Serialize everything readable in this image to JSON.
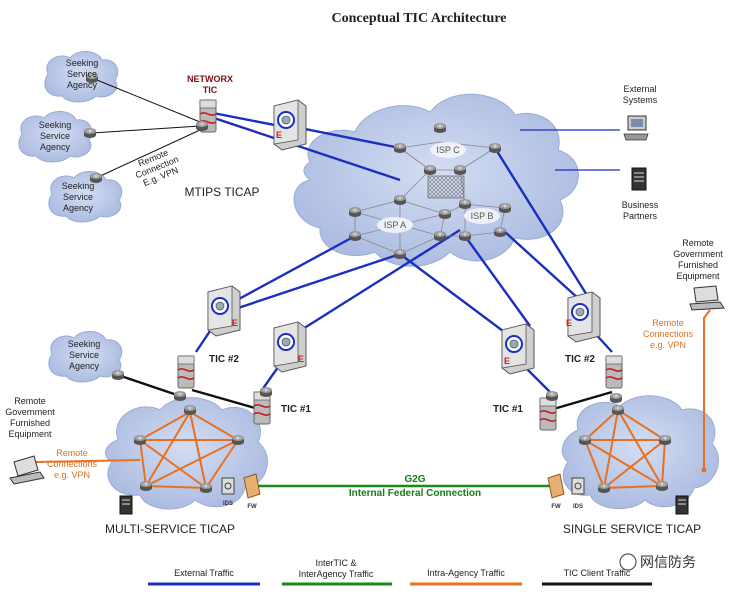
{
  "title": "Conceptual TIC Architecture",
  "labels": {
    "networx_tic": [
      "NETWORX",
      "TIC"
    ],
    "mtips_ticap": "MTIPS TICAP",
    "remote_vpn_top": [
      "Remote",
      "Connection",
      "E.g. VPN"
    ],
    "seeking_agency": [
      "Seeking",
      "Service",
      "Agency"
    ],
    "isp_a": "ISP A",
    "isp_b": "ISP B",
    "isp_c": "ISP C",
    "external_systems": [
      "External",
      "Systems"
    ],
    "business_partners": [
      "Business",
      "Partners"
    ],
    "remote_gov_equipment": [
      "Remote",
      "Government",
      "Furnished",
      "Equipment"
    ],
    "remote_connections_vpn": [
      "Remote",
      "Connections",
      "e.g. VPN"
    ],
    "tic1": "TIC #1",
    "tic2": "TIC #2",
    "e_letter": "E",
    "ids": "IDS",
    "fw": "FW",
    "g2g": "G2G",
    "internal_federal": "Internal Federal Connection",
    "multi_service_ticap": "MULTI-SERVICE TICAP",
    "single_service_ticap": "SINGLE SERVICE TICAP",
    "watermark": "网信防务"
  },
  "legend": [
    {
      "label": "External Traffic",
      "color": "#1a2fc0"
    },
    {
      "label": "InterTIC & InterAgency Traffic",
      "label_lines": [
        "InterTIC &",
        "InterAgency Traffic"
      ],
      "color": "#1a8a1a"
    },
    {
      "label": "Intra-Agency Traffic",
      "color": "#e87020"
    },
    {
      "label": "TIC Client Traffic",
      "color": "#111111"
    }
  ],
  "colors": {
    "external": "#1a2fc0",
    "interagency": "#1a8a1a",
    "intra": "#e87020",
    "client": "#111111",
    "cloud": "#b8c6e6",
    "cloud_edge": "#a0b0d8"
  },
  "icons": [
    "router-icon",
    "firewall-icon",
    "edge-appliance-icon",
    "computer-icon",
    "server-icon",
    "laptop-icon",
    "ids-icon",
    "cloud-icon"
  ]
}
